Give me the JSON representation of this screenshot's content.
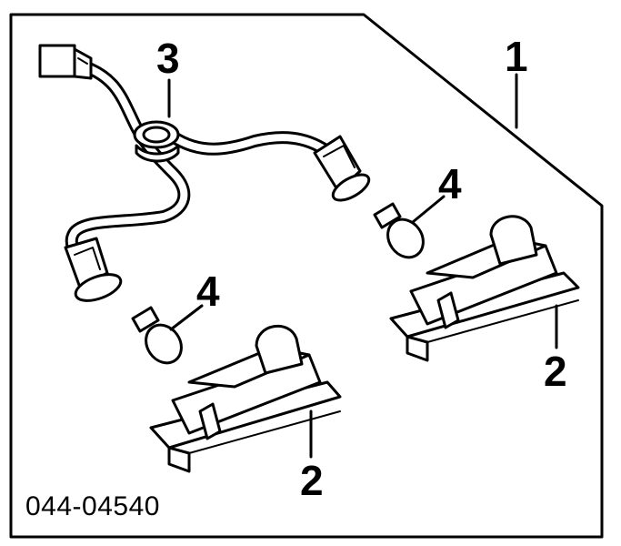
{
  "diagram": {
    "part_number": "044-04540",
    "callouts": {
      "assembly": "1",
      "lamp_left": "2",
      "lamp_right": "2",
      "harness": "3",
      "bulb_upper": "4",
      "bulb_lower": "4"
    }
  }
}
